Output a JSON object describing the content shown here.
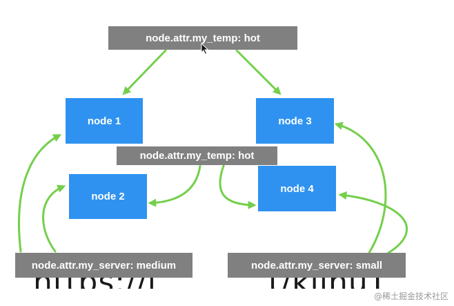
{
  "labels": {
    "top_selector": "node.attr.my_temp: hot",
    "mid_selector": "node.attr.my_temp: hot",
    "server_medium": "node.attr.my_server: medium",
    "server_small": "node.attr.my_server: small"
  },
  "nodes": {
    "node1": "node 1",
    "node2": "node 2",
    "node3": "node 3",
    "node4": "node 4"
  },
  "cutoff_text": {
    "left": "https://l",
    "right": "t/klinuT"
  },
  "watermark": "@稀土掘金技术社区",
  "colors": {
    "gray_label": "#808080",
    "node_blue": "#2f92f0",
    "arrow_green": "#74cf4b"
  },
  "icons": {
    "cursor": "mouse-pointer-icon"
  }
}
